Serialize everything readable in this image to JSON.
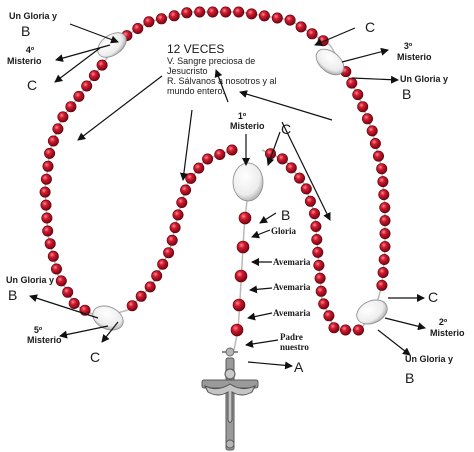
{
  "title_block": {
    "heading": "12 VECES",
    "line_v": "V. Sangre preciosa de Jesucristo",
    "line_r": "R. Sálvanos a nosotros y al mundo entero."
  },
  "labels": {
    "gloria_b_tl": "Un Gloria y",
    "b_tl": "B",
    "misterio_4_num": "4º",
    "misterio_4": "Misterio",
    "c_tl": "C",
    "c_tr": "C",
    "misterio_3_num": "3º",
    "misterio_3": "Misterio",
    "gloria_b_tr": "Un Gloria y",
    "b_tr": "B",
    "misterio_1_num": "1º",
    "misterio_1": "Misterio",
    "c_center": "C",
    "b_center": "B",
    "gloria_center": "Gloria",
    "avemaria_1": "Avemaria",
    "avemaria_2": "Avemaria",
    "avemaria_3": "Avemaria",
    "padre_nuestro": "Padre nuestro",
    "a_bottom": "A",
    "gloria_b_bl": "Un Gloria y",
    "b_bl": "B",
    "misterio_5_num": "5º",
    "misterio_5": "Misterio",
    "c_bl": "C",
    "c_br": "C",
    "misterio_2_num": "2º",
    "misterio_2": "Misterio",
    "gloria_b_br": "Un Gloria y",
    "b_br": "B"
  },
  "colors": {
    "bead_red": "#c0142a",
    "bead_dark": "#7a0612",
    "chain": "#b9b9b9",
    "large_bead": "#f4f4f4",
    "crucifix": "#8d8d8d"
  },
  "icons": {
    "crucifix": "crucifix-icon"
  }
}
